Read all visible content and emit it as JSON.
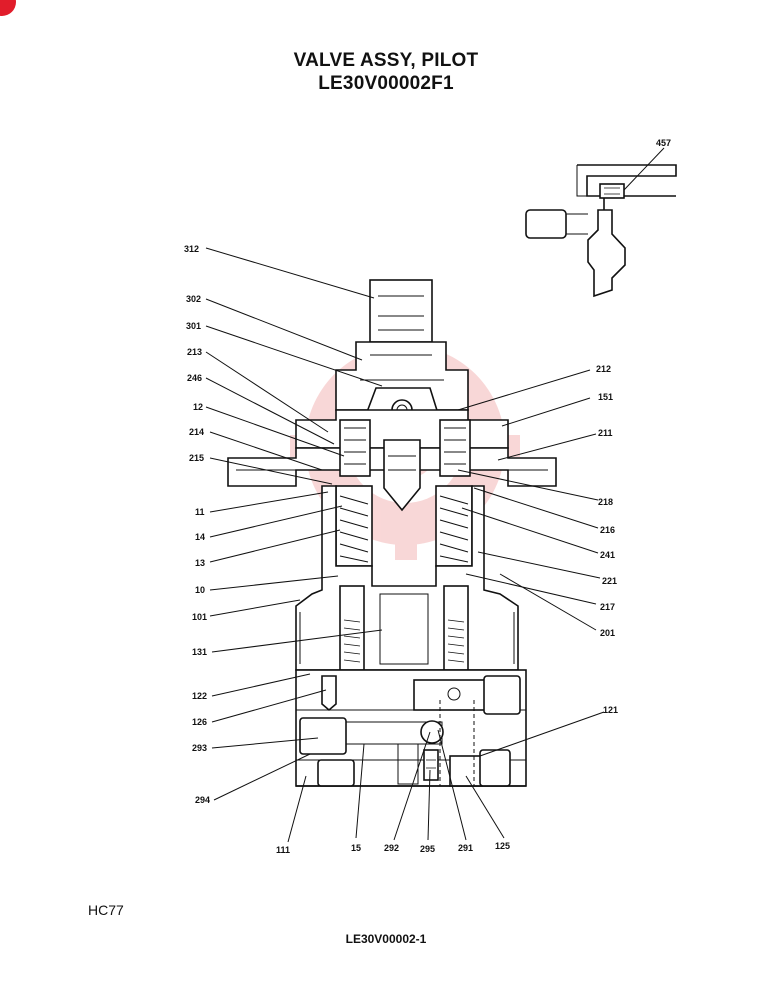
{
  "document": {
    "title_line1": "VALVE ASSY, PILOT",
    "title_line2": "LE30V00002F1",
    "page_code": "HC77",
    "figure_code": "LE30V00002-1"
  },
  "diagram": {
    "part_labels": {
      "p312": "312",
      "p302": "302",
      "p301": "301",
      "p213": "213",
      "p246": "246",
      "p12": "12",
      "p214": "214",
      "p215": "215",
      "p11": "11",
      "p14": "14",
      "p13": "13",
      "p10": "10",
      "p101": "101",
      "p131": "131",
      "p122": "122",
      "p126": "126",
      "p293": "293",
      "p294": "294",
      "p111": "111",
      "p15": "15",
      "p292": "292",
      "p295": "295",
      "p291": "291",
      "p125": "125",
      "p121": "121",
      "p201": "201",
      "p217": "217",
      "p221": "221",
      "p241": "241",
      "p216": "216",
      "p218": "218",
      "p211": "211",
      "p151": "151",
      "p212": "212",
      "p457": "457"
    },
    "colors": {
      "watermark": "#f4b7b7",
      "line": "#111111",
      "badge": "#e11d2b"
    }
  }
}
